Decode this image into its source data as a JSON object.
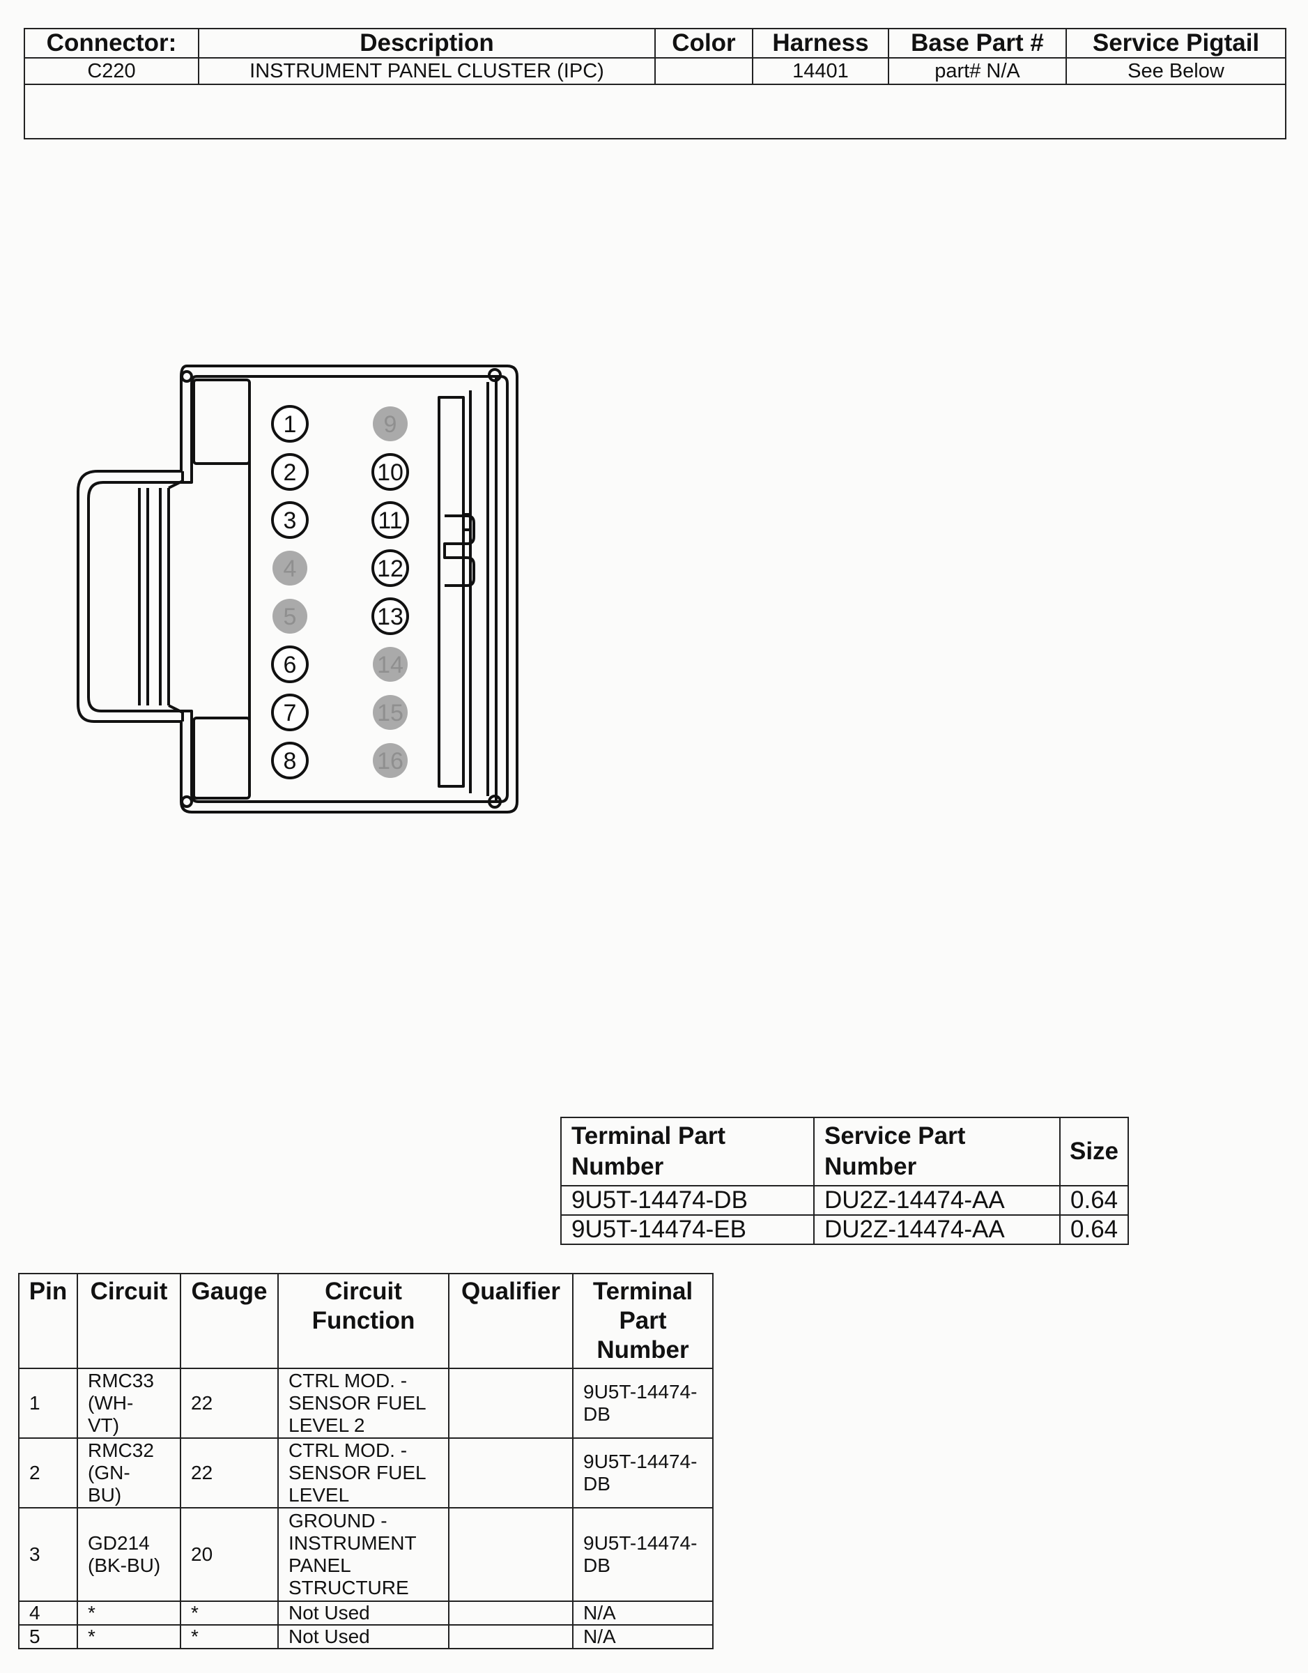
{
  "header": {
    "columns": [
      "Connector:",
      "Description",
      "Color",
      "Harness",
      "Base Part #",
      "Service Pigtail"
    ],
    "row": {
      "connector": "C220",
      "description": "INSTRUMENT PANEL CLUSTER (IPC)",
      "color": "",
      "harness": "14401",
      "base_part": "part# N/A",
      "service_pigtail": "See Below"
    }
  },
  "connector_pins": {
    "left_column": [
      "1",
      "2",
      "3",
      "4",
      "5",
      "6",
      "7",
      "8"
    ],
    "right_column": [
      "9",
      "10",
      "11",
      "12",
      "13",
      "14",
      "15",
      "16"
    ],
    "unused_pins": [
      "4",
      "5",
      "9",
      "14",
      "15",
      "16"
    ],
    "unused_fill": "#aaaaaa",
    "used_fill": "#ffffff"
  },
  "terminal_table": {
    "headers": [
      "Terminal Part\nNumber",
      "Service Part\nNumber",
      "Size"
    ],
    "rows": [
      {
        "terminal": "9U5T-14474-DB",
        "service": "DU2Z-14474-AA",
        "size": "0.64"
      },
      {
        "terminal": "9U5T-14474-EB",
        "service": "DU2Z-14474-AA",
        "size": "0.64"
      }
    ]
  },
  "pin_table": {
    "headers": [
      "Pin",
      "Circuit",
      "Gauge",
      "Circuit\nFunction",
      "Qualifier",
      "Terminal\nPart\nNumber"
    ],
    "rows": [
      {
        "pin": "1",
        "circuit": "RMC33\n(WH-\nVT)",
        "gauge": "22",
        "function": "CTRL MOD. -\nSENSOR FUEL\nLEVEL 2",
        "qualifier": "",
        "terminal": "9U5T-14474-\nDB"
      },
      {
        "pin": "2",
        "circuit": "RMC32\n(GN-\nBU)",
        "gauge": "22",
        "function": "CTRL MOD. -\nSENSOR FUEL\nLEVEL",
        "qualifier": "",
        "terminal": "9U5T-14474-\nDB"
      },
      {
        "pin": "3",
        "circuit": "GD214\n(BK-BU)",
        "gauge": "20",
        "function": "GROUND -\nINSTRUMENT\nPANEL\nSTRUCTURE",
        "qualifier": "",
        "terminal": "9U5T-14474-\nDB"
      },
      {
        "pin": "4",
        "circuit": "*",
        "gauge": "*",
        "function": "Not Used",
        "qualifier": "",
        "terminal": "N/A"
      },
      {
        "pin": "5",
        "circuit": "*",
        "gauge": "*",
        "function": "Not Used",
        "qualifier": "",
        "terminal": "N/A"
      }
    ]
  }
}
